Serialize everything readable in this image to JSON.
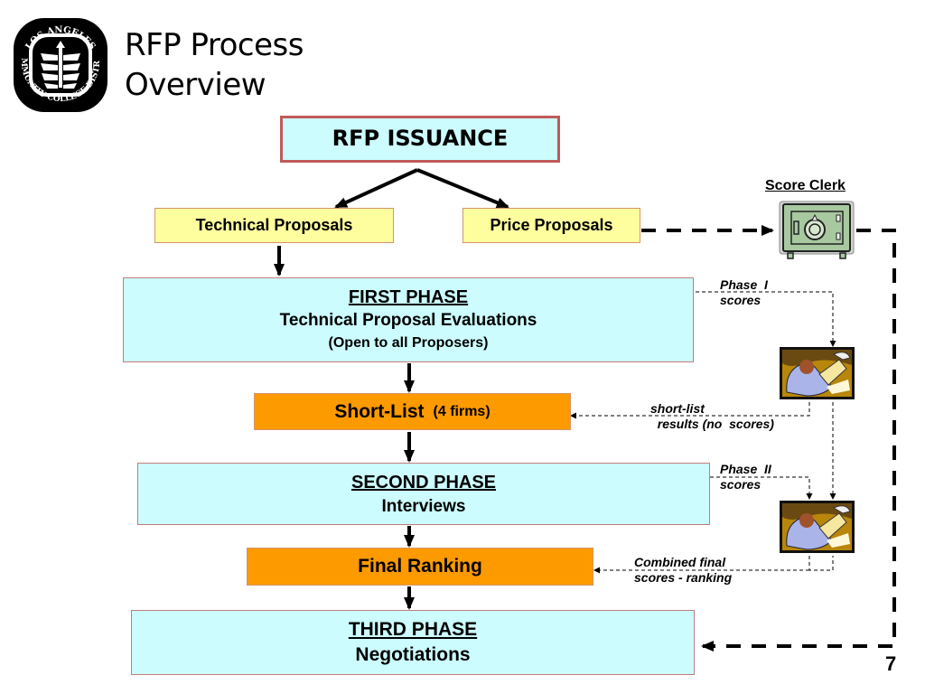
{
  "slide": {
    "title_line1": "RFP Process",
    "title_line2": "Overview",
    "page_number": "7",
    "logo": {
      "icon": "college-seal-icon",
      "top_text": "LOS ANGELES",
      "bottom_text": "COMMUNITY COLLEGE DISTRICT"
    }
  },
  "flow": {
    "issuance": "RFP ISSUANCE",
    "technical_proposals": "Technical Proposals",
    "price_proposals": "Price Proposals",
    "first_phase": {
      "heading": "FIRST PHASE",
      "line1": "Technical Proposal Evaluations",
      "line2": "(Open to all Proposers)"
    },
    "short_list": {
      "label": "Short-List",
      "detail": "(4 firms)"
    },
    "second_phase": {
      "heading": "SECOND PHASE",
      "line1": "Interviews"
    },
    "final_ranking": "Final Ranking",
    "third_phase": {
      "heading": "THIRD PHASE",
      "line1": "Negotiations"
    }
  },
  "side": {
    "score_clerk_label": "Score Clerk",
    "score_clerk_icon": "safe-icon",
    "evaluator_icon": "person-writing-icon",
    "notes": {
      "phase1_scores": "Phase  I\nscores",
      "short_list_results": "short-list\n  results (no  scores)",
      "phase2_scores": "Phase  II\nscores",
      "combined_final": "Combined final\nscores - ranking"
    }
  },
  "colors": {
    "cyan_box": "#ccfcfd",
    "yellow_box": "#fefe9e",
    "orange_box": "#fd9a00",
    "box_border": "#c47c7c",
    "safe_green": "#a8c8a0"
  }
}
